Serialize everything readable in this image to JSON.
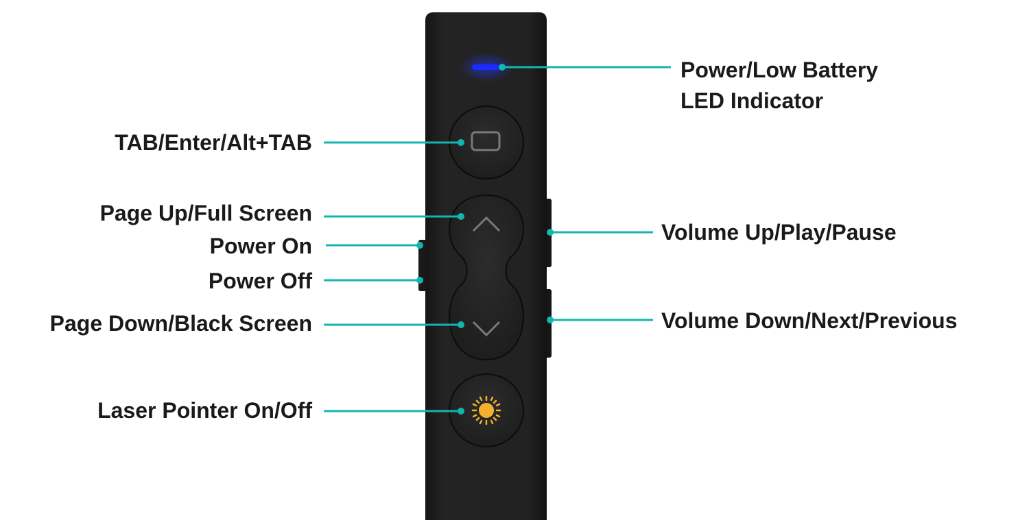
{
  "labels": {
    "led_line1": "Power/Low Battery",
    "led_line2": "LED Indicator",
    "tab": "TAB/Enter/Alt+TAB",
    "page_up": "Page Up/Full Screen",
    "power_on": "Power On",
    "power_off": "Power Off",
    "page_down": "Page Down/Black Screen",
    "laser": "Laser Pointer On/Off",
    "volume_up": "Volume Up/Play/Pause",
    "volume_down": "Volume Down/Next/Previous"
  },
  "colors": {
    "callout": "#13b5b1",
    "led": "#1a2cff",
    "laser_icon": "#f5b12e",
    "device": "#1f1f1f"
  }
}
